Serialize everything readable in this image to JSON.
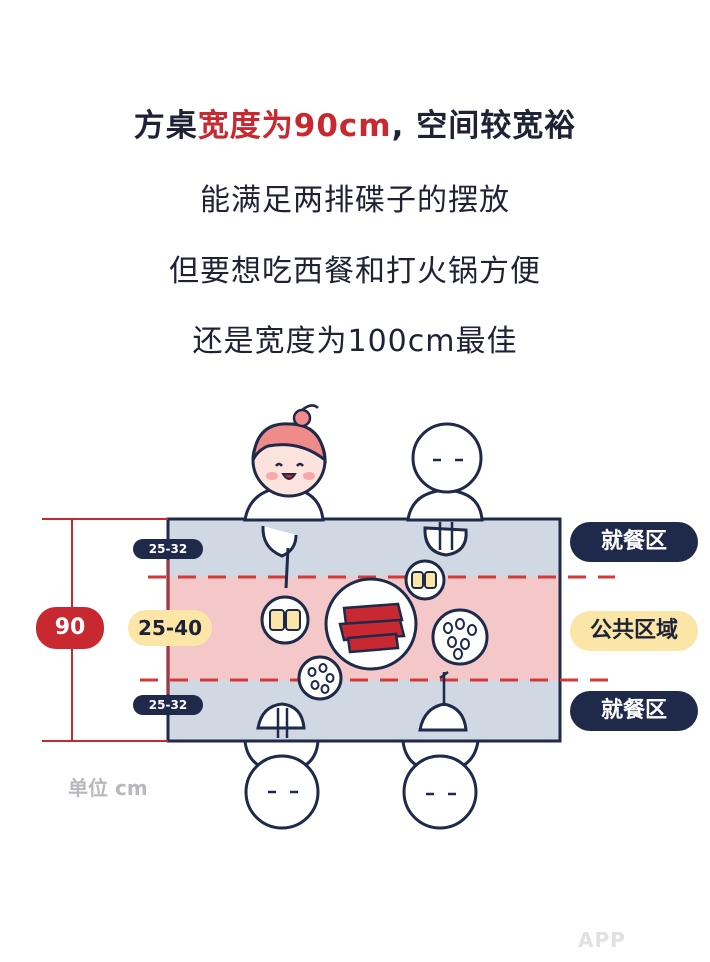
{
  "title": {
    "part1": "方桌",
    "highlight": "宽度为90cm",
    "part2": ", 空间较宽裕"
  },
  "lines": [
    "能满足两排碟子的摆放",
    "但要想吃西餐和打火锅方便",
    "还是宽度为100cm最佳"
  ],
  "labels": {
    "dining_top": "就餐区",
    "public_area": "公共区域",
    "dining_bottom": "就餐区",
    "total_width": "90",
    "public_width": "25-40",
    "dining_width_top": "25-32",
    "dining_width_bottom": "25-32",
    "unit": "单位 cm"
  },
  "watermark": "APP",
  "colors": {
    "navy": "#1f2a4a",
    "red": "#c8282f",
    "table_blue": "#cfd8e3",
    "public_pink": "#f4c7c9",
    "label_yellow": "#fbe6a8"
  }
}
